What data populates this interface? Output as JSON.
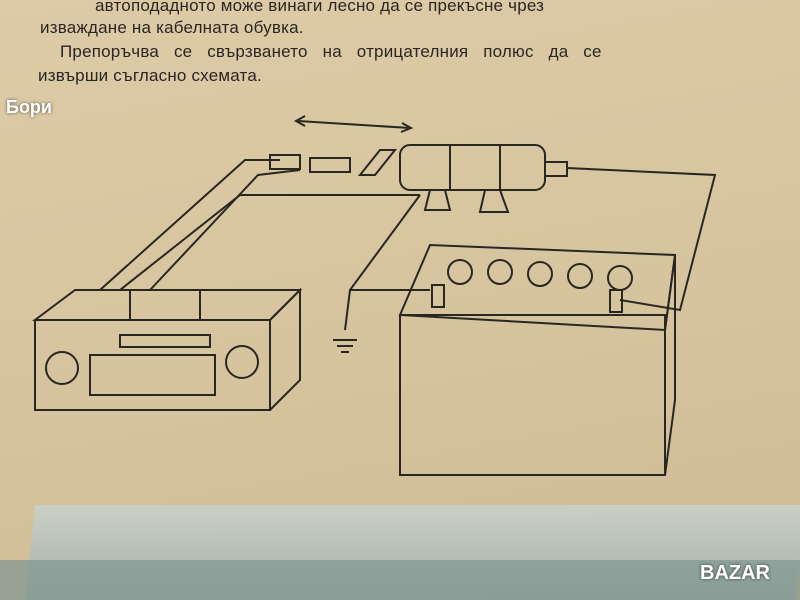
{
  "text": {
    "line0": "автоподадното може винаги лесно да се прекъсне чрез",
    "line1": "изваждане на кабелната обувка.",
    "line2": "Препоръчва се свързването на отрицателния полюс да се",
    "line3": "извърши съгласно схемата."
  },
  "watermarks": {
    "top_left": "Бори",
    "bottom_right": "BAZAR"
  }
}
